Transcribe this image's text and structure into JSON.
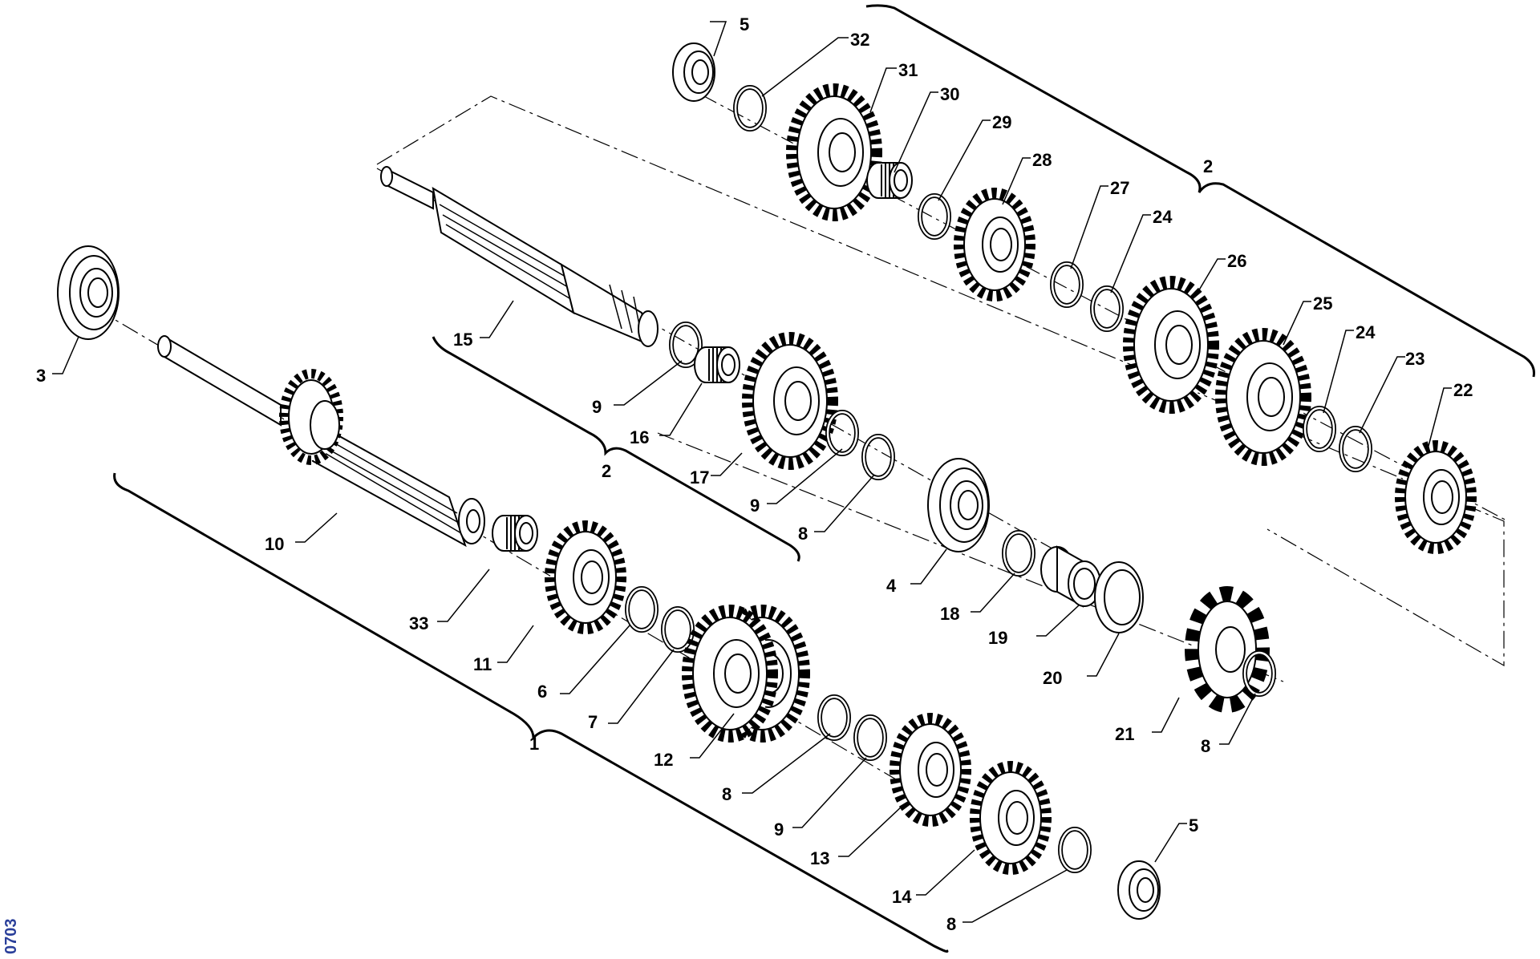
{
  "drawing_code": "0703",
  "labels": [
    {
      "id": "c1",
      "text": "1"
    },
    {
      "id": "c2a",
      "text": "2"
    },
    {
      "id": "c2b",
      "text": "2"
    },
    {
      "id": "p3",
      "text": "3"
    },
    {
      "id": "p4",
      "text": "4"
    },
    {
      "id": "p5a",
      "text": "5"
    },
    {
      "id": "p5b",
      "text": "5"
    },
    {
      "id": "p6",
      "text": "6"
    },
    {
      "id": "p7",
      "text": "7"
    },
    {
      "id": "p8a",
      "text": "8"
    },
    {
      "id": "p8b",
      "text": "8"
    },
    {
      "id": "p8c",
      "text": "8"
    },
    {
      "id": "p8d",
      "text": "8"
    },
    {
      "id": "p9a",
      "text": "9"
    },
    {
      "id": "p9b",
      "text": "9"
    },
    {
      "id": "p9c",
      "text": "9"
    },
    {
      "id": "p10",
      "text": "10"
    },
    {
      "id": "p11",
      "text": "11"
    },
    {
      "id": "p12",
      "text": "12"
    },
    {
      "id": "p13",
      "text": "13"
    },
    {
      "id": "p14",
      "text": "14"
    },
    {
      "id": "p15",
      "text": "15"
    },
    {
      "id": "p16",
      "text": "16"
    },
    {
      "id": "p17",
      "text": "17"
    },
    {
      "id": "p18",
      "text": "18"
    },
    {
      "id": "p19",
      "text": "19"
    },
    {
      "id": "p20",
      "text": "20"
    },
    {
      "id": "p21",
      "text": "21"
    },
    {
      "id": "p22",
      "text": "22"
    },
    {
      "id": "p23",
      "text": "23"
    },
    {
      "id": "p24a",
      "text": "24"
    },
    {
      "id": "p24b",
      "text": "24"
    },
    {
      "id": "p25",
      "text": "25"
    },
    {
      "id": "p26",
      "text": "26"
    },
    {
      "id": "p27",
      "text": "27"
    },
    {
      "id": "p28",
      "text": "28"
    },
    {
      "id": "p29",
      "text": "29"
    },
    {
      "id": "p30",
      "text": "30"
    },
    {
      "id": "p31",
      "text": "31"
    },
    {
      "id": "p32",
      "text": "32"
    },
    {
      "id": "p33",
      "text": "33"
    }
  ]
}
